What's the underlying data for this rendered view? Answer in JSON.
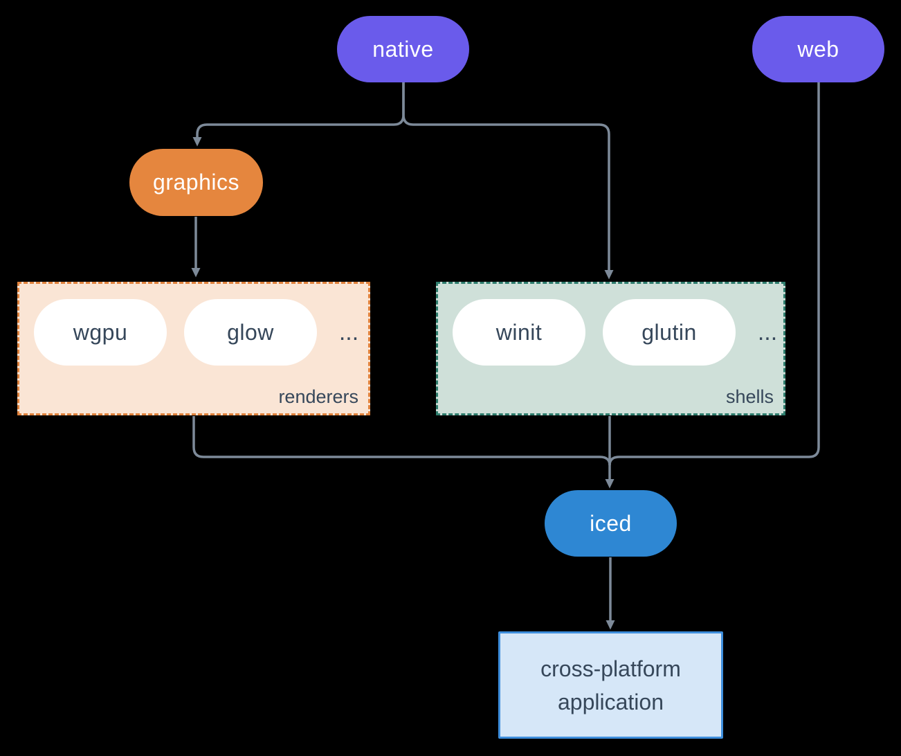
{
  "nodes": {
    "native": {
      "label": "native",
      "color": "#6A5BEB"
    },
    "web": {
      "label": "web",
      "color": "#6A5BEB"
    },
    "graphics": {
      "label": "graphics",
      "color": "#E5863E"
    },
    "wgpu": {
      "label": "wgpu"
    },
    "glow": {
      "label": "glow"
    },
    "winit": {
      "label": "winit"
    },
    "glutin": {
      "label": "glutin"
    },
    "iced": {
      "label": "iced",
      "color": "#2E87D3"
    },
    "application": {
      "label": "cross-platform application"
    }
  },
  "groups": {
    "renderers": {
      "label": "renderers",
      "ellipsis": "...",
      "background": "#FAE5D5",
      "border_color": "#E0823C"
    },
    "shells": {
      "label": "shells",
      "ellipsis": "...",
      "background": "#CFE0D9",
      "border_color": "#2E7D6D"
    }
  },
  "colors": {
    "background": "#000000",
    "connector": "#7D8A99",
    "node_text_light": "#FFFFFF",
    "node_text_dark": "#36475A",
    "white_pill": "#FFFFFF",
    "application_background": "#D6E7F8",
    "application_border": "#3E8EDC"
  }
}
